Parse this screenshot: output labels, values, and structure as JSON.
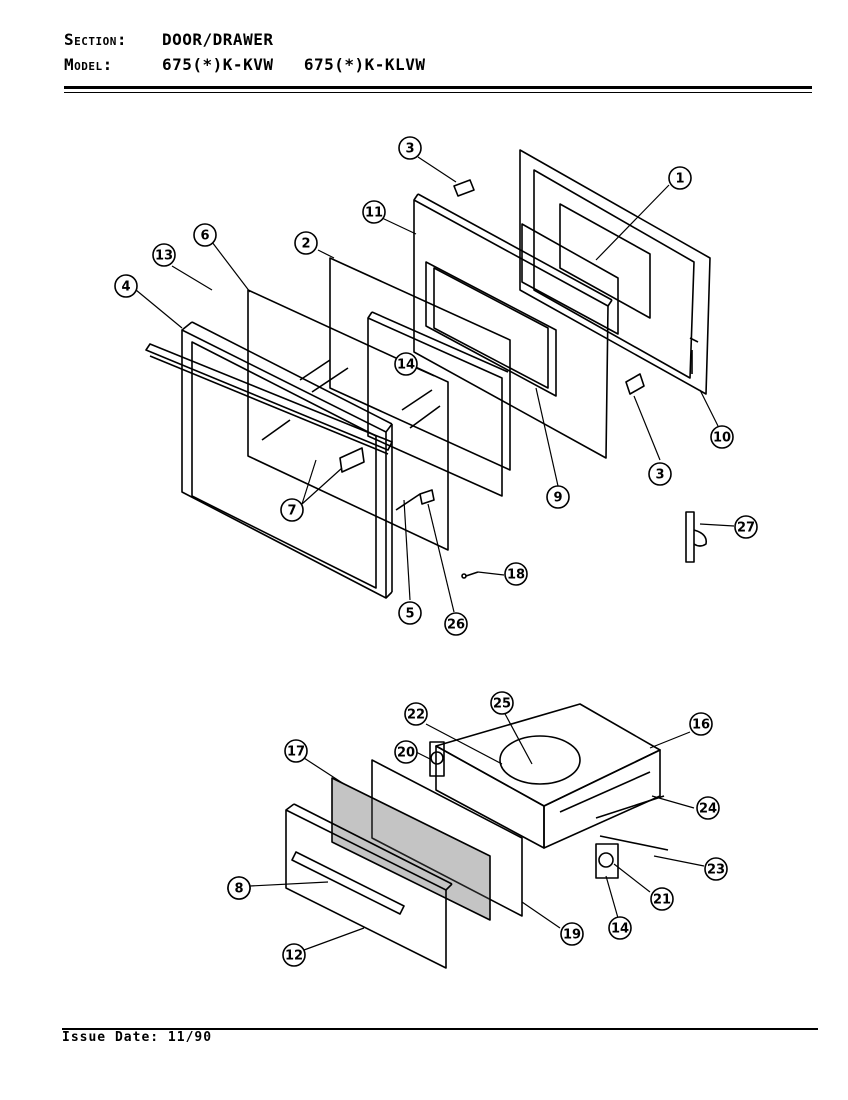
{
  "header": {
    "section_label": "Section:",
    "section_value": "DOOR/DRAWER",
    "model_label": "Model:",
    "model_value": "675(*)K-KVW   675(*)K-KLVW"
  },
  "footer": {
    "issue_label": "Issue Date:",
    "issue_value": "11/90"
  },
  "callouts": [
    {
      "label": "1"
    },
    {
      "label": "2"
    },
    {
      "label": "3"
    },
    {
      "label": "3"
    },
    {
      "label": "4"
    },
    {
      "label": "5"
    },
    {
      "label": "6"
    },
    {
      "label": "7"
    },
    {
      "label": "8"
    },
    {
      "label": "9"
    },
    {
      "label": "10"
    },
    {
      "label": "11"
    },
    {
      "label": "12"
    },
    {
      "label": "13"
    },
    {
      "label": "14"
    },
    {
      "label": "14"
    },
    {
      "label": "16"
    },
    {
      "label": "17"
    },
    {
      "label": "18"
    },
    {
      "label": "19"
    },
    {
      "label": "20"
    },
    {
      "label": "21"
    },
    {
      "label": "22"
    },
    {
      "label": "23"
    },
    {
      "label": "24"
    },
    {
      "label": "25"
    },
    {
      "label": "26"
    },
    {
      "label": "27"
    },
    {
      "label": "8"
    }
  ]
}
